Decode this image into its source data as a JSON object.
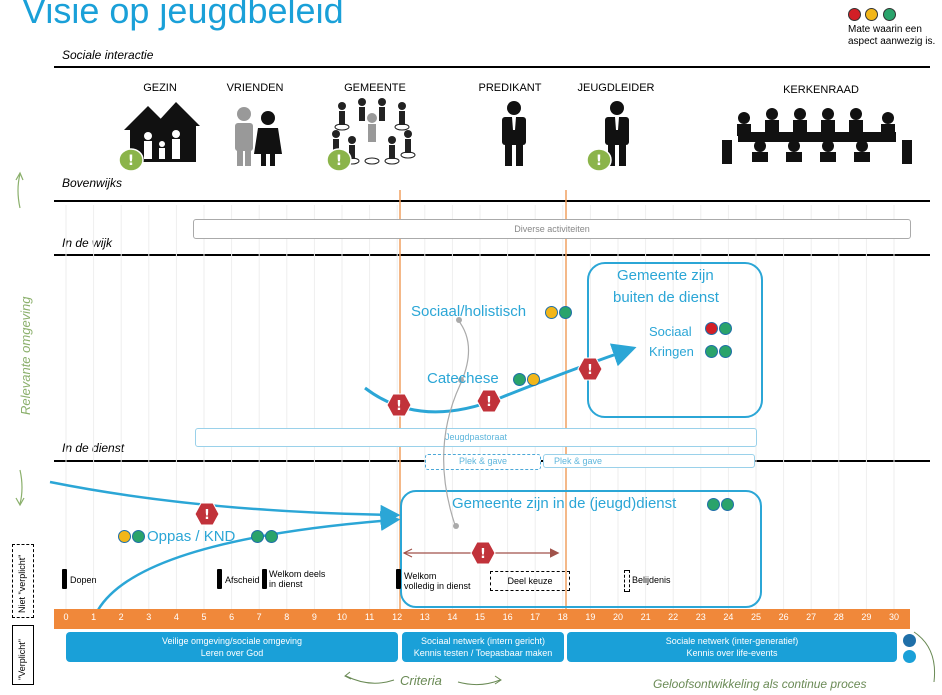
{
  "header": {
    "title": "Visie op jeugdbeleid",
    "legend_note_line1": "Mate waarin een",
    "legend_note_line2": "aspect aanwezig is.",
    "legend_colors": [
      "#d21f26",
      "#f2b619",
      "#2aa36b"
    ]
  },
  "sections": {
    "sociale_interactie": "Sociale interactie",
    "bovenwijks": "Bovenwijks",
    "in_de_wijk": "In de wijk",
    "in_de_dienst": "In de dienst",
    "relevante_omgeving": "Relevante omgeving"
  },
  "audiences": [
    {
      "label": "GEZIN",
      "icon": "house-family-icon",
      "has_alert": true
    },
    {
      "label": "VRIENDEN",
      "icon": "friends-icon",
      "has_alert": false
    },
    {
      "label": "GEMEENTE",
      "icon": "congregation-icon",
      "has_alert": true
    },
    {
      "label": "PREDIKANT",
      "icon": "minister-icon",
      "has_alert": false
    },
    {
      "label": "JEUGDLEIDER",
      "icon": "youth-leader-icon",
      "has_alert": true
    },
    {
      "label": "KERKENRAAD",
      "icon": "council-meeting-icon",
      "has_alert": false
    }
  ],
  "bars": {
    "diverse_activiteiten": "Diverse activiteiten",
    "jeugdpastoraat": "Jeugdpastoraat",
    "plek_en_gave_1": "Plek & gave",
    "plek_en_gave_2": "Plek & gave"
  },
  "concepts": {
    "sociaal_holistisch": "Sociaal/holistisch",
    "catechese": "Catechese",
    "buiten_de_dienst_line1": "Gemeente zijn",
    "buiten_de_dienst_line2": "buiten de dienst",
    "sociaal_kringen_line1": "Sociaal",
    "sociaal_kringen_line2": "Kringen",
    "in_de_dienst": "Gemeente zijn in de (jeugd)dienst",
    "oppas": "Oppas / KND"
  },
  "events": {
    "dopen": "Dopen",
    "afscheid": "Afscheid",
    "welkom_deels_line1": "Welkom deels",
    "welkom_deels_line2": "in dienst",
    "welkom_volledig_line1": "Welkom",
    "welkom_volledig_line2": "volledig in dienst",
    "deel_keuze": "Deel keuze",
    "belijdenis": "Belijdenis"
  },
  "side_tags": {
    "niet_verplicht": "Niet \"verplicht\"",
    "verplicht": "\"Verplicht\""
  },
  "timeline": {
    "ticks": [
      "0",
      "1",
      "2",
      "3",
      "4",
      "5",
      "6",
      "7",
      "8",
      "9",
      "10",
      "11",
      "12",
      "13",
      "14",
      "15",
      "16",
      "17",
      "18",
      "19",
      "20",
      "21",
      "22",
      "23",
      "24",
      "25",
      "26",
      "27",
      "28",
      "29",
      "30"
    ]
  },
  "phases": [
    {
      "line1": "Veilige omgeving/sociale omgeving",
      "line2": "Leren over God"
    },
    {
      "line1": "Sociaal netwerk (intern gericht)",
      "line2": "Kennis testen / Toepasbaar maken"
    },
    {
      "line1": "Sociale netwerk (inter-generatief)",
      "line2": "Kennis over life-events"
    }
  ],
  "footer": {
    "criteria": "Criteria",
    "geloofsontwikkeling": "Geloofsontwikkeling als continue proces"
  }
}
